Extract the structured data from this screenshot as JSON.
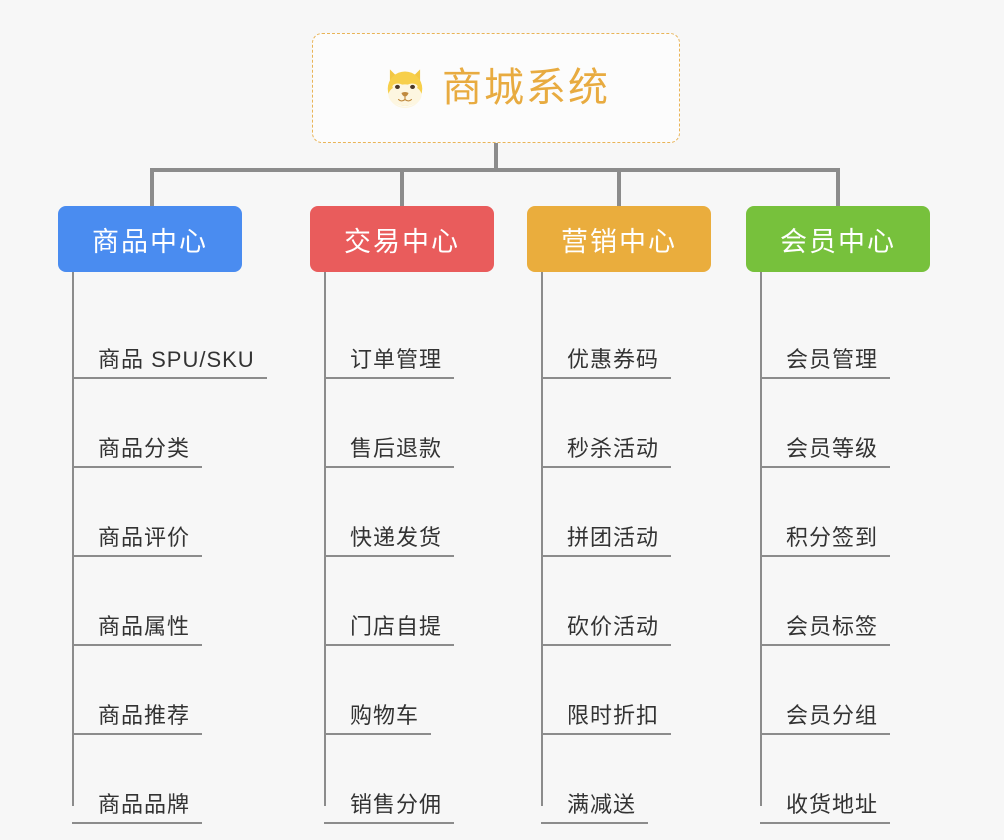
{
  "page": {
    "background_color": "#f7f7f7",
    "type": "organization-chart"
  },
  "root": {
    "title": "商城系统",
    "emoji_name": "shiba-dog-face-emoji",
    "title_color": "#e8ab40",
    "border_color": "#e9b457"
  },
  "columns": [
    {
      "header": "商品中心",
      "color": "#4a8cf0",
      "items": [
        "商品 SPU/SKU",
        "商品分类",
        "商品评价",
        "商品属性",
        "商品推荐",
        "商品品牌"
      ]
    },
    {
      "header": "交易中心",
      "color": "#e95c5c",
      "items": [
        "订单管理",
        "售后退款",
        "快递发货",
        "门店自提",
        "购物车",
        "销售分佣"
      ]
    },
    {
      "header": "营销中心",
      "color": "#eaad3d",
      "items": [
        "优惠券码",
        "秒杀活动",
        "拼团活动",
        "砍价活动",
        "限时折扣",
        "满减送"
      ]
    },
    {
      "header": "会员中心",
      "color": "#77c13c",
      "items": [
        "会员管理",
        "会员等级",
        "积分签到",
        "会员标签",
        "会员分组",
        "收货地址"
      ]
    }
  ]
}
